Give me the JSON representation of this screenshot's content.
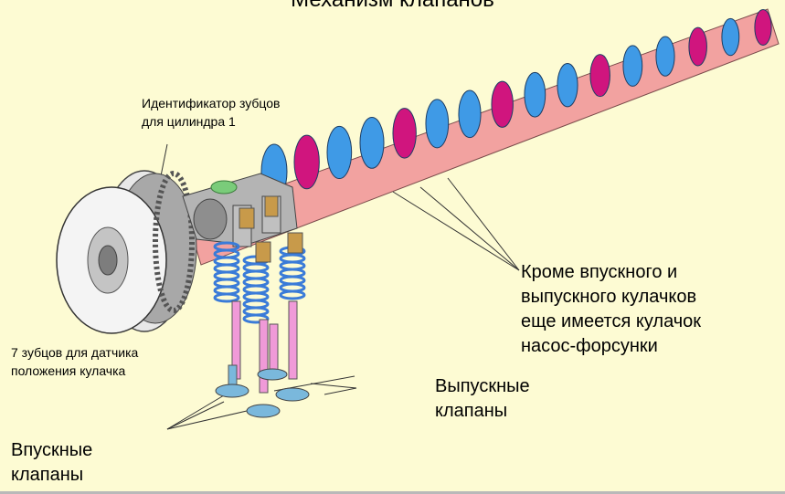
{
  "title": "Механизм клапанов",
  "labels": {
    "tooth_id_line1": "Идентификатор зубцов",
    "tooth_id_line2": "для цилиндра  1",
    "sensor_line1": "7 зубцов для датчика",
    "sensor_line2": "положения кулачка",
    "cam_note_line1": "Кроме впускного и",
    "cam_note_line2": "выпускного кулачков",
    "cam_note_line3": "еще имеется кулачок",
    "cam_note_line4": "насос-форсунки",
    "exhaust_line1": "Выпускные",
    "exhaust_line2": "клапаны",
    "intake_line1": "Впускные",
    "intake_line2": "клапаны"
  },
  "colors": {
    "background": "#fdfbd3",
    "cam_blue": "#3f9ae6",
    "cam_magenta": "#d0157e",
    "shaft_pink": "#f2a2a0",
    "spring_blue": "#3a7bd8",
    "valve_stem": "#f09ad8",
    "valve_head": "#7ab8dc",
    "gear_gray": "#8d8d8d",
    "rocker_gray": "#b4b4b4"
  }
}
